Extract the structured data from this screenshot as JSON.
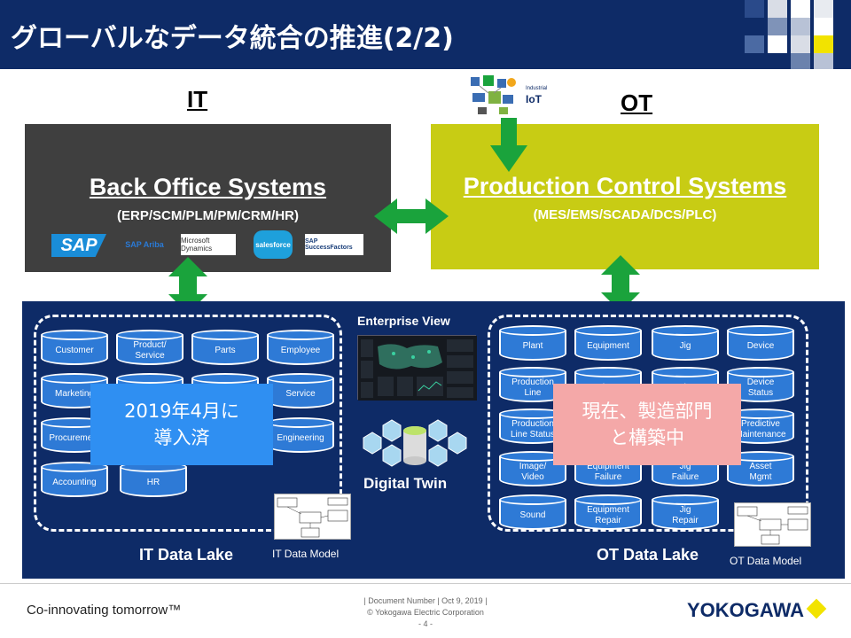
{
  "header": {
    "title": "グローバルなデータ統合の推進(2/2)"
  },
  "sections": {
    "it_label": "IT",
    "ot_label": "OT"
  },
  "back_office": {
    "title": "Back Office Systems",
    "subtitle": "(ERP/SCM/PLM/PM/CRM/HR)",
    "logos": [
      "SAP",
      "SAP Ariba",
      "Microsoft Dynamics",
      "salesforce",
      "SAP SuccessFactors"
    ]
  },
  "production": {
    "title": "Production Control Systems",
    "subtitle": "(MES/EMS/SCADA/DCS/PLC)",
    "iot_label_line1": "Industrial",
    "iot_label_line2": "IoT"
  },
  "it_lake": {
    "cylinders": [
      "Customer",
      "Product/\nService",
      "Parts",
      "Employee",
      "Marketing",
      "",
      "",
      "Service",
      "Procurement",
      "",
      "",
      "Engineering",
      "Accounting",
      "HR"
    ],
    "overlay_line1": "2019年4月に",
    "overlay_line2": "導入済",
    "title": "IT Data Lake",
    "model_title": "IT Data Model"
  },
  "ot_lake": {
    "cylinders": [
      "Plant",
      "Equipment",
      "Jig",
      "Device",
      "Production\nLine",
      "Equipment",
      "Jig",
      "Device\nStatus",
      "Production\nLine Status",
      "",
      "",
      "Predictive\nMaintenance",
      "Image/\nVideo",
      "Equipment\nFailure",
      "Jig\nFailure",
      "Asset\nMgmt",
      "Sound",
      "Equipment\nRepair",
      "Jig\nRepair"
    ],
    "overlay_line1": "現在、製造部門",
    "overlay_line2": "と構築中",
    "title": "OT Data Lake",
    "model_title": "OT Data Model"
  },
  "center": {
    "enterprise_view": "Enterprise View",
    "digital_twin": "Digital Twin"
  },
  "footer": {
    "tagline": "Co-innovating tomorrow™",
    "doc_line1": "| Document Number | Oct 9, 2019 |",
    "doc_line2": "© Yokogawa Electric Corporation",
    "page": "- 4 -",
    "brand": "YOKOGAWA"
  },
  "colors": {
    "navy": "#0e2b67",
    "back_office": "#3f3f3f",
    "production": "#c8cc14",
    "arrow_green": "#1aa33c",
    "cylinder": "#2e7ad6",
    "it_overlay": "#2f8ff2",
    "ot_overlay": "#f4a8a8",
    "brand_yellow": "#f2e300"
  }
}
